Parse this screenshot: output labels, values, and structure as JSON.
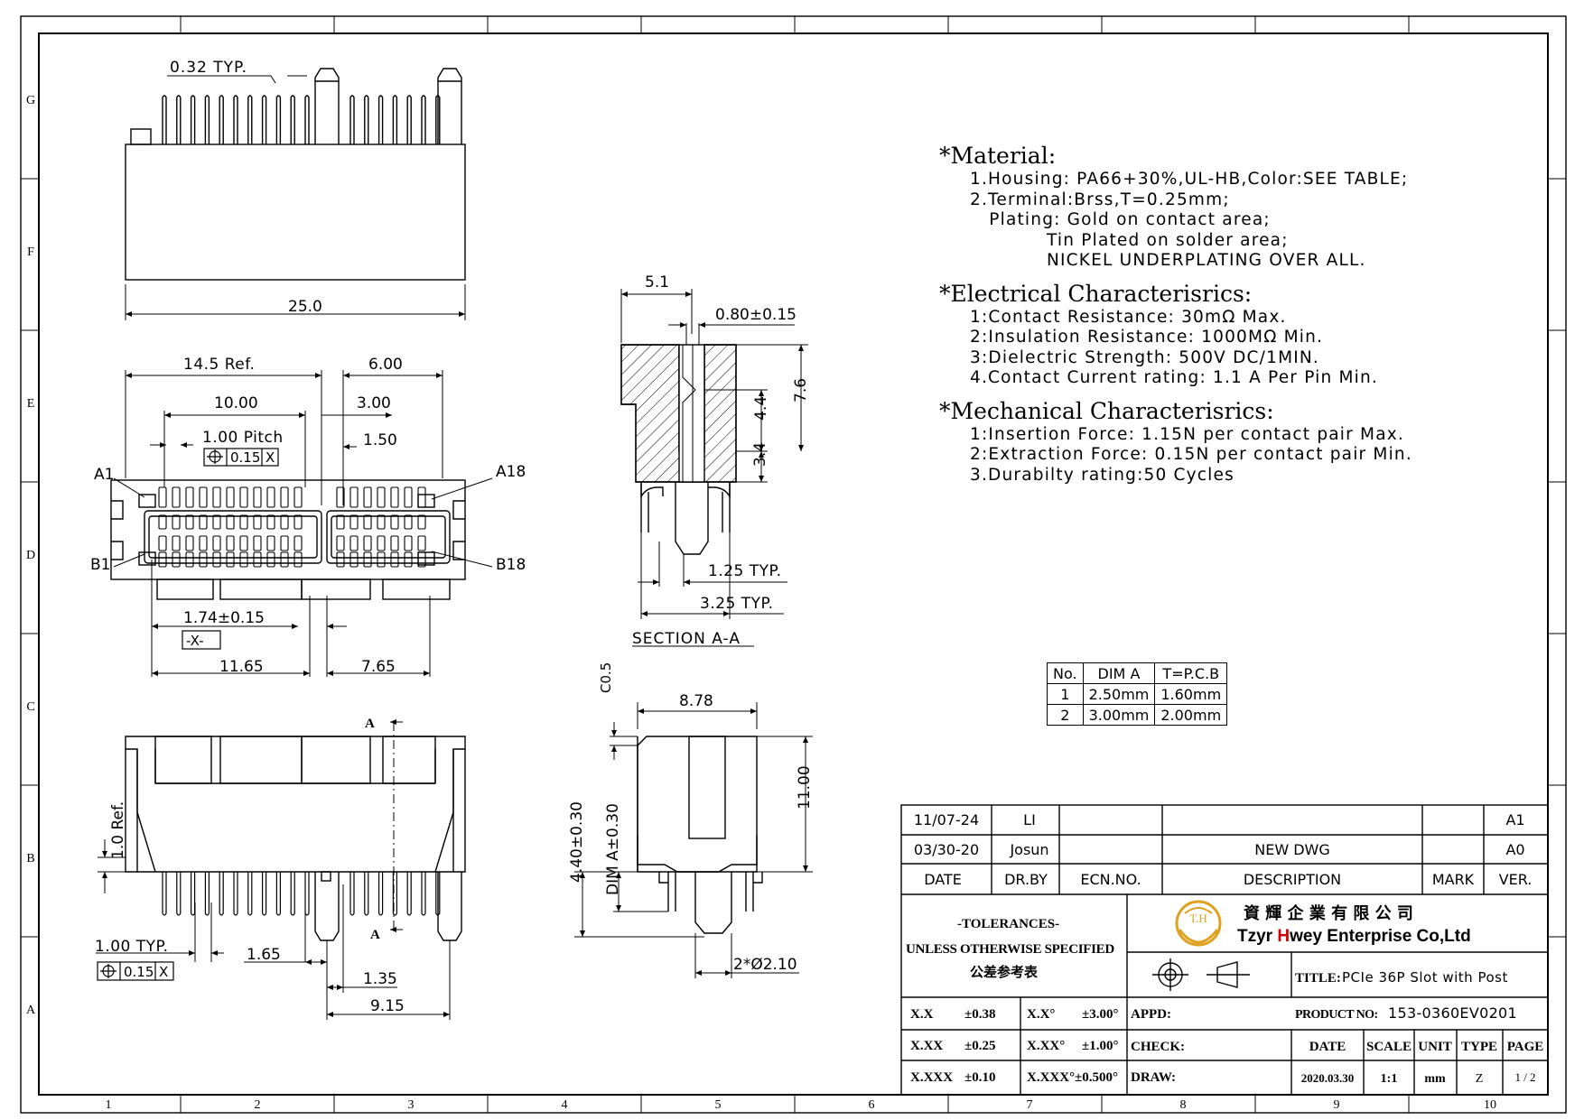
{
  "notes": {
    "material_title": "*Material:",
    "material_lines": [
      "1.Housing: PA66+30%,UL-HB,Color:SEE TABLE;",
      "2.Terminal:Brss,T=0.25mm;",
      "   Plating: Gold on contact area;",
      "            Tin Plated on solder area;",
      "            NICKEL UNDERPLATING OVER ALL."
    ],
    "electrical_title": "*Electrical Characterisrics:",
    "electrical_lines": [
      "1:Contact Resistance: 30mΩ Max.",
      "2:Insulation Resistance: 1000MΩ Min.",
      "3:Dielectric Strength: 500V DC/1MIN.",
      "4.Contact Current rating: 1.1 A Per Pin Min."
    ],
    "mechanical_title": "*Mechanical Characterisrics:",
    "mechanical_lines": [
      "1:Insertion Force: 1.15N per contact pair Max.",
      "2:Extraction Force: 0.15N per contact pair Min.",
      "3.Durabilty rating:50 Cycles"
    ]
  },
  "dim_table": {
    "headers": [
      "No.",
      "DIM A",
      "T=P.C.B"
    ],
    "rows": [
      [
        "1",
        "2.50mm",
        "1.60mm"
      ],
      [
        "2",
        "3.00mm",
        "2.00mm"
      ]
    ]
  },
  "revisions": {
    "rows": [
      {
        "date": "11/07-24",
        "by": "LI",
        "ecn": "",
        "desc": "",
        "mark": "",
        "ver": "A1"
      },
      {
        "date": "03/30-20",
        "by": "Josun",
        "ecn": "",
        "desc": "NEW DWG",
        "mark": "",
        "ver": "A0"
      }
    ],
    "headers": {
      "date": "DATE",
      "by": "DR.BY",
      "ecn": "ECN.NO.",
      "desc": "DESCRIPTION",
      "mark": "MARK",
      "ver": "VER."
    }
  },
  "tolerances": {
    "title": "-TOLERANCES-",
    "subtitle": "UNLESS OTHERWISE SPECIFIED",
    "chinese": "公差参考表",
    "rows": [
      [
        "X.X",
        "±0.38",
        "X.X°",
        "±3.00°"
      ],
      [
        "X.XX",
        "±0.25",
        "X.XX°",
        "±1.00°"
      ],
      [
        "X.XXX",
        "±0.10",
        "X.XXX°",
        "±0.500°"
      ]
    ]
  },
  "company": {
    "logo_text": "T.H",
    "chinese": "資 輝 企 業 有 限 公 司",
    "name_part1": "Tzyr ",
    "name_h": "H",
    "name_part2": "wey Enterprise Co,Ltd"
  },
  "title_block": {
    "title_label": "TITLE:",
    "title": "PCIe 36P Slot with Post",
    "product_label": "PRODUCT NO:",
    "product_no": "153-0360EV0201",
    "appd_label": "APPD:",
    "check_label": "CHECK:",
    "draw_label": "DRAW:",
    "col_headers": [
      "DATE",
      "SCALE",
      "UNIT",
      "TYPE",
      "PAGE"
    ],
    "values": [
      "2020.03.30",
      "1:1",
      "mm",
      "Z",
      "1 / 2"
    ]
  },
  "frame": {
    "rows": [
      "G",
      "F",
      "E",
      "D",
      "C",
      "B",
      "A"
    ],
    "cols": [
      "1",
      "2",
      "3",
      "4",
      "5",
      "6",
      "7",
      "8",
      "9",
      "10"
    ]
  },
  "dims": {
    "top_pitch_typ": "0.32 TYP.",
    "top_width": "25.0",
    "ref_14_5": "14.5 Ref.",
    "d6": "6.00",
    "d10": "10.00",
    "d3": "3.00",
    "pitch": "1.00 Pitch",
    "d1_5": "1.50",
    "tol_tag": "0.15",
    "tol_datum": "X",
    "a1": "A1",
    "a18": "A18",
    "b1": "B1",
    "b18": "B18",
    "d1_74": "1.74±0.15",
    "datum_x": "-X-",
    "d11_65": "11.65",
    "d7_65": "7.65",
    "sec_5_1": "5.1",
    "sec_0_80": "0.80±0.15",
    "sec_7_6": "7.6",
    "sec_4_4": "4.4",
    "sec_3_4": "3.4",
    "sec_1_25": "1.25 TYP.",
    "sec_3_25": "3.25 TYP.",
    "section_label": "SECTION A-A",
    "side_8_78": "8.78",
    "side_c0_5": "C0.5",
    "side_11": "11.00",
    "side_4_40": "4.40±0.30",
    "side_dima": "DIM A±0.30",
    "side_holes": "2*Ø2.10",
    "bot_a_top": "A",
    "bot_a_bot": "A",
    "bot_1_ref": "1.0 Ref.",
    "bot_1_typ": "1.00 TYP.",
    "bot_1_65": "1.65",
    "bot_1_35": "1.35",
    "bot_9_15": "9.15"
  }
}
